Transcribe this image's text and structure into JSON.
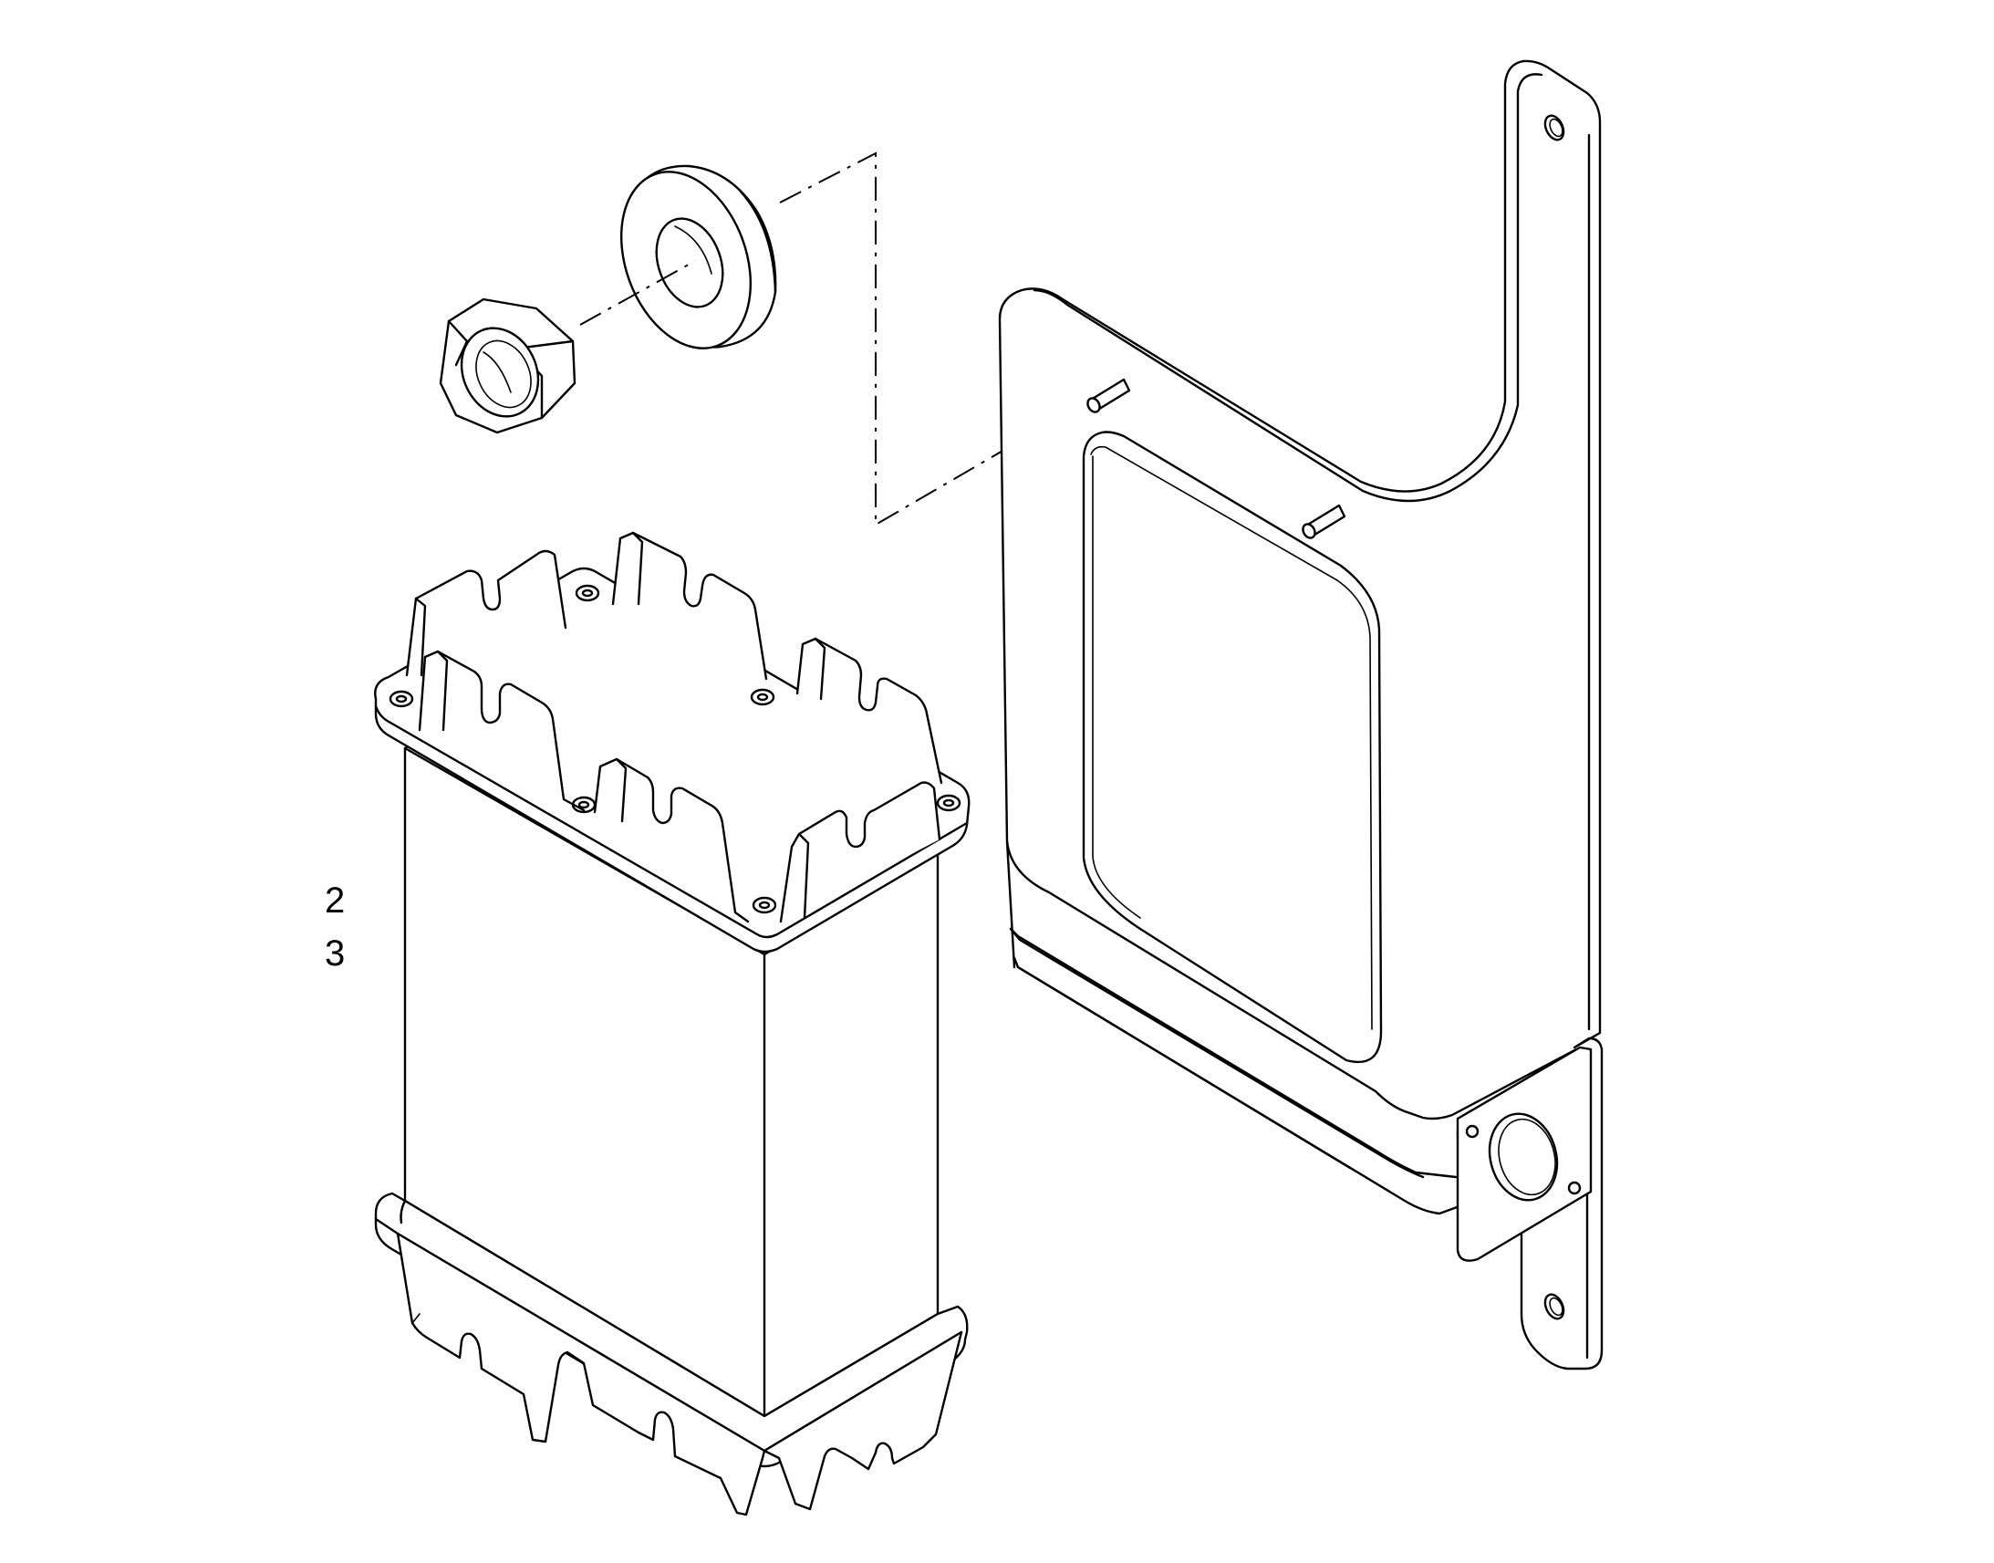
{
  "callouts": [
    {
      "id": "callout-2",
      "text": "2"
    },
    {
      "id": "callout-3",
      "text": "3"
    }
  ],
  "parts": {
    "nut": "hex-nut",
    "washer": "flat-washer",
    "bracket": "mounting-bracket",
    "module": "electronic-module-housing"
  },
  "colors": {
    "line": "#000000",
    "background": "#ffffff"
  }
}
